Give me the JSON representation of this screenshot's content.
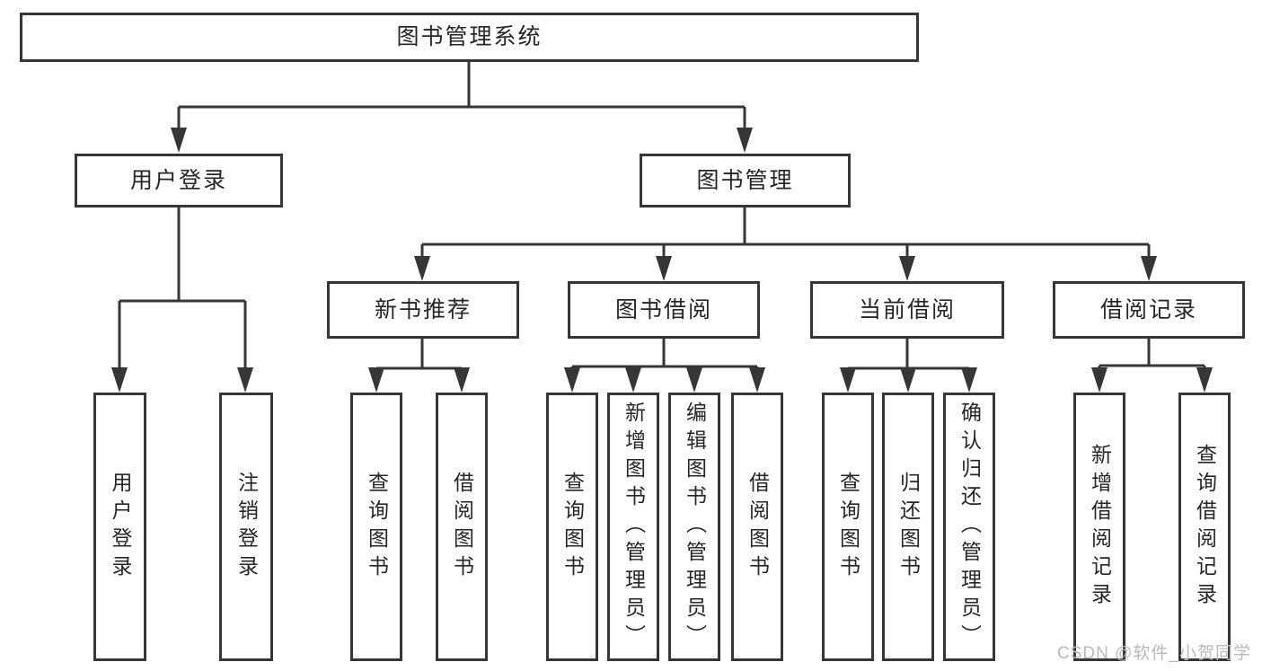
{
  "diagram": {
    "root": {
      "label": "图书管理系统"
    },
    "branches": [
      {
        "label": "用户登录",
        "children": [
          {
            "label": "用户登录"
          },
          {
            "label": "注销登录"
          }
        ]
      },
      {
        "label": "图书管理",
        "children": [
          {
            "label": "新书推荐",
            "children": [
              {
                "label": "查询图书"
              },
              {
                "label": "借阅图书"
              }
            ]
          },
          {
            "label": "图书借阅",
            "children": [
              {
                "label": "查询图书"
              },
              {
                "label": "新增图书（管理员）"
              },
              {
                "label": "编辑图书（管理员）"
              },
              {
                "label": "借阅图书"
              }
            ]
          },
          {
            "label": "当前借阅",
            "children": [
              {
                "label": "查询图书"
              },
              {
                "label": "归还图书"
              },
              {
                "label": "确认归还（管理员）"
              }
            ]
          },
          {
            "label": "借阅记录",
            "children": [
              {
                "label": "新增借阅记录"
              },
              {
                "label": "查询借阅记录"
              }
            ]
          }
        ]
      }
    ]
  },
  "watermark": {
    "text": "CSDN @软件_小贺同学"
  },
  "colors": {
    "line": "#363636",
    "text": "#262626",
    "watermark": "#b9b9b9",
    "background": "#ffffff"
  }
}
